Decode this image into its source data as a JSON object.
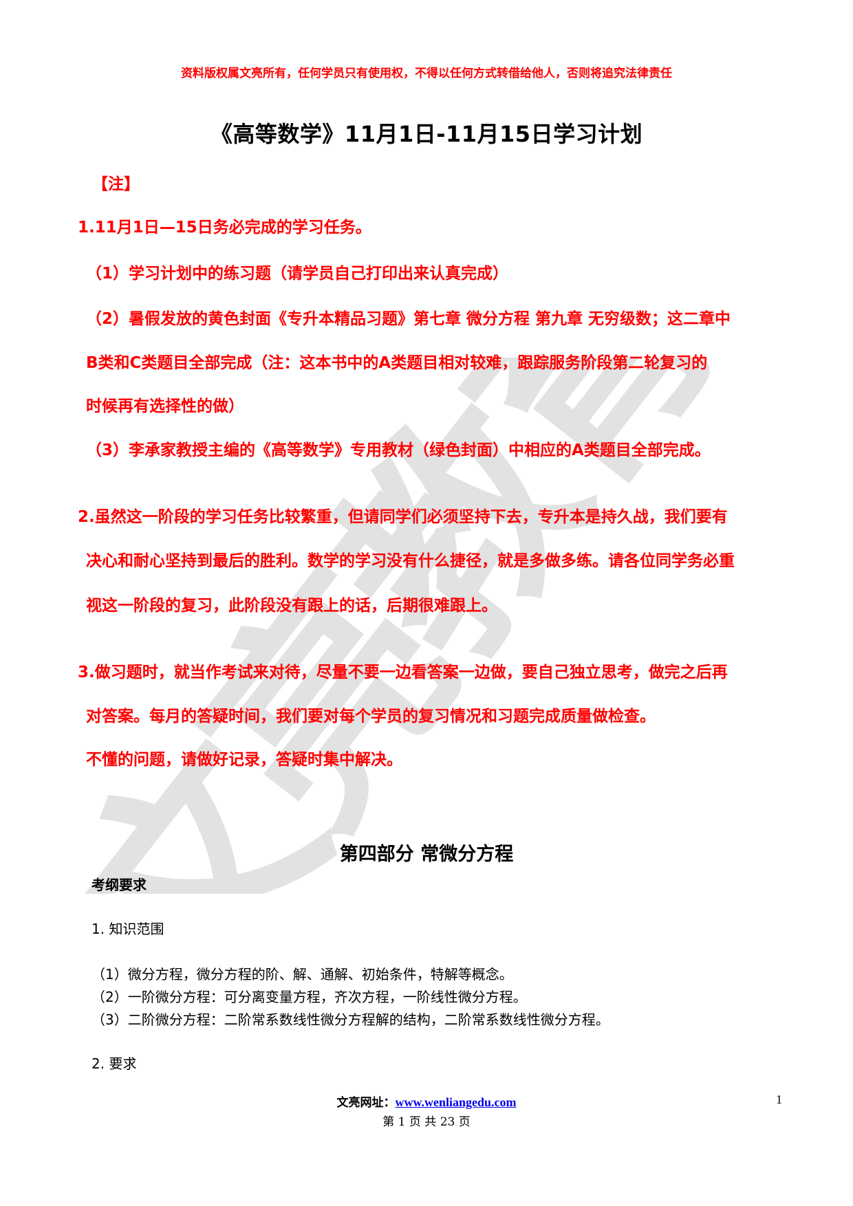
{
  "header": {
    "copyright": "资料版权属文亮所有，任何学员只有使用权，不得以任何方式转借给他人，否则将追究法律责任"
  },
  "title": "《高等数学》11月1日-11月15日学习计划",
  "notes": {
    "label": "【注】",
    "item1_heading": "1.11月1日—15日务必完成的学习任务。",
    "item1_sub1": "（1）学习计划中的练习题（请学员自己打印出来认真完成）",
    "item1_sub2_line1": "（2）暑假发放的黄色封面《专升本精品习题》第七章 微分方程 第九章 无穷级数；这二章中",
    "item1_sub2_line2": "B类和C类题目全部完成（注：这本书中的A类题目相对较难，跟踪服务阶段第二轮复习的",
    "item1_sub2_line3": "时候再有选择性的做）",
    "item1_sub3": "（3）李承家教授主编的《高等数学》专用教材（绿色封面）中相应的A类题目全部完成。",
    "item2_line1": "2.虽然这一阶段的学习任务比较繁重，但请同学们必须坚持下去，专升本是持久战，我们要有",
    "item2_line2": "决心和耐心坚持到最后的胜利。数学的学习没有什么捷径，就是多做多练。请各位同学务必重",
    "item2_line3": "视这一阶段的复习，此阶段没有跟上的话，后期很难跟上。",
    "item3_line1": "3.做习题时，就当作考试来对待，尽量不要一边看答案一边做，要自己独立思考，做完之后再",
    "item3_line2": "对答案。每月的答疑时间，我们要对每个学员的复习情况和习题完成质量做检查。",
    "item3_line3": "不懂的问题，请做好记录，答疑时集中解决。"
  },
  "section": {
    "title": "第四部分 常微分方程",
    "outline_label": "考纲要求",
    "scope_heading": "1. 知识范围",
    "scope_items": [
      "（1）微分方程，微分方程的阶、解、通解、初始条件，特解等概念。",
      "（2）一阶微分方程：可分离变量方程，齐次方程，一阶线性微分方程。",
      "（3）二阶微分方程：二阶常系数线性微分方程解的结构，二阶常系数线性微分方程。"
    ],
    "requirements_heading": "2. 要求"
  },
  "footer": {
    "site_label": "文亮网址：",
    "site_url": "www.wenliangedu.com",
    "page_info": "第 1 页 共 23 页",
    "page_number": "1"
  },
  "watermark": {
    "text": "文亮教育",
    "color": "#d9d9d9"
  },
  "colors": {
    "emphasis": "#ff0000",
    "link": "#0000ee"
  }
}
